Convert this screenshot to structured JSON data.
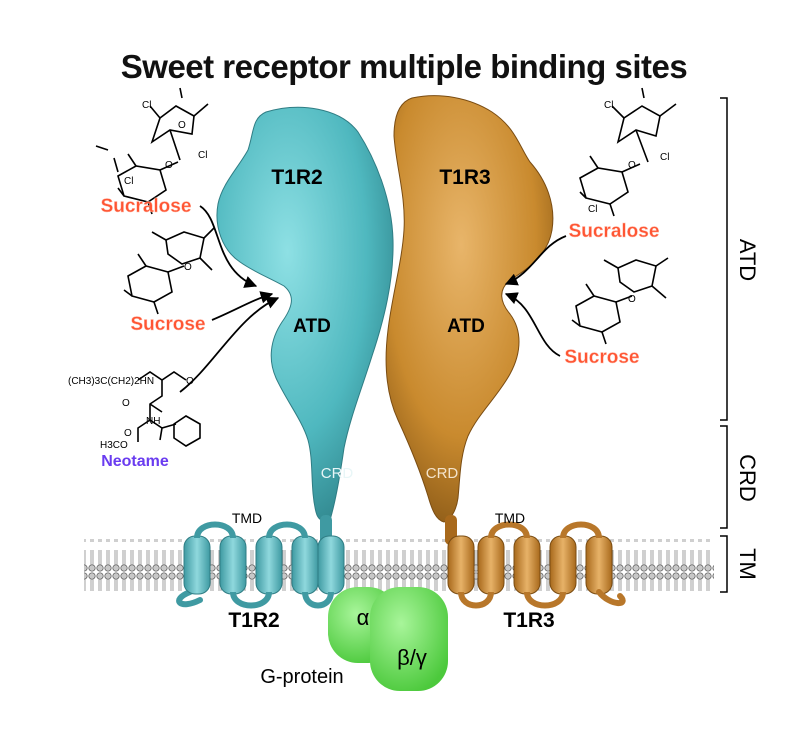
{
  "title": "Sweet receptor multiple binding sites",
  "subunits": {
    "left": {
      "name": "T1R2",
      "atd": "ATD",
      "crd": "CRD",
      "tmd": "TMD",
      "bottom_label": "T1R2",
      "color": "#4fb8bf"
    },
    "right": {
      "name": "T1R3",
      "atd": "ATD",
      "crd": "CRD",
      "tmd": "TMD",
      "bottom_label": "T1R3",
      "color": "#c98a2e"
    }
  },
  "ligands": {
    "left": [
      {
        "name": "Sucralose",
        "color": "#ff5533"
      },
      {
        "name": "Sucrose",
        "color": "#ff5533"
      },
      {
        "name": "Neotame",
        "color": "#6a3cf0"
      }
    ],
    "right": [
      {
        "name": "Sucralose",
        "color": "#ff5533"
      },
      {
        "name": "Sucrose",
        "color": "#ff5533"
      }
    ],
    "atoms": {
      "cl": "Cl",
      "o": "O",
      "nh": "NH",
      "neotame_chain": "(CH3)3C(CH2)2HN",
      "methyl_ester": "H3CO"
    }
  },
  "gprotein": {
    "alpha": "α",
    "betagamma": "β/γ",
    "label": "G-protein",
    "color": "#6ee05a"
  },
  "domains": {
    "atd": "ATD",
    "crd": "CRD",
    "tm": "TM"
  }
}
